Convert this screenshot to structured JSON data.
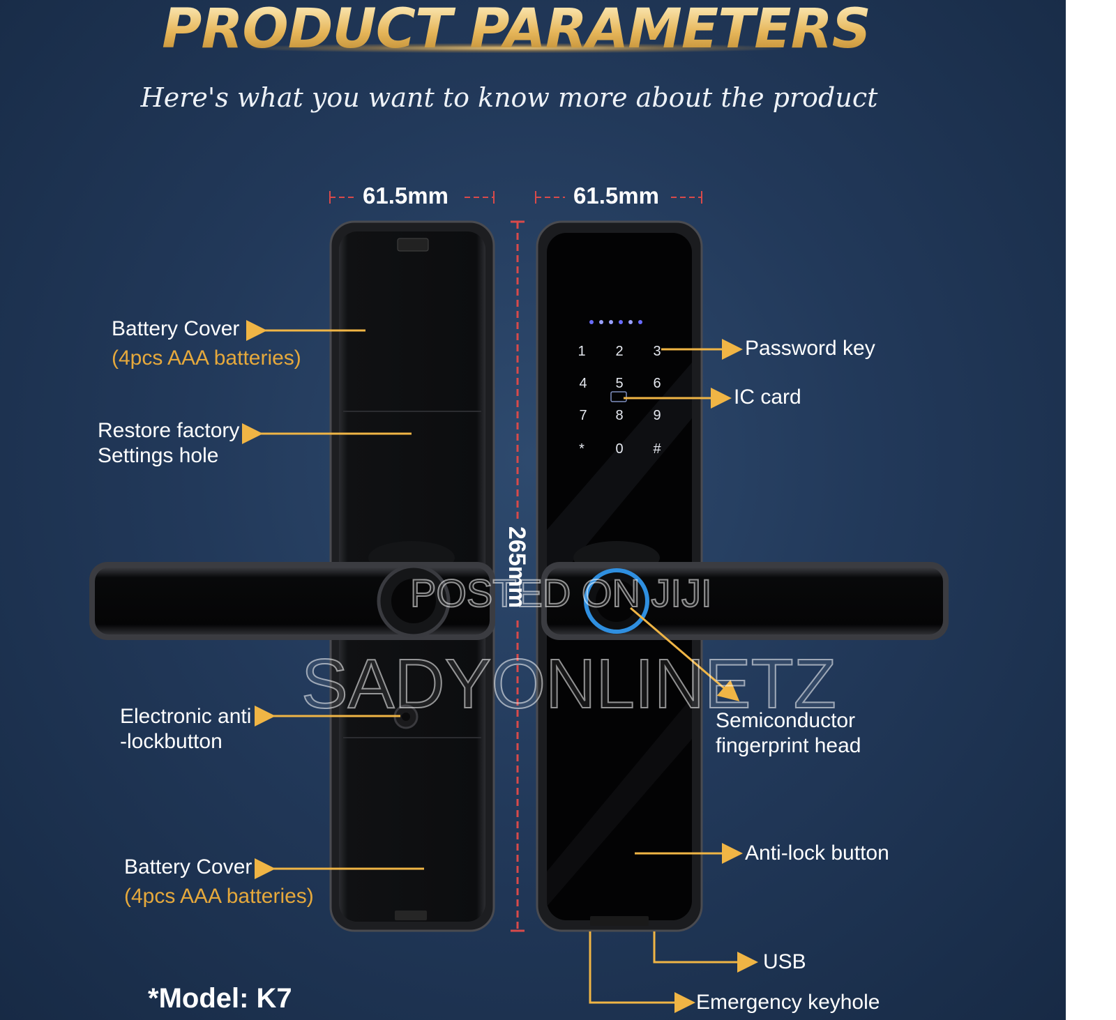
{
  "header": {
    "title": "PRODUCT PARAMETERS",
    "subtitle": "Here's what you want to know more about the product"
  },
  "dimensions": {
    "width_left": "61.5mm",
    "width_right": "61.5mm",
    "height": "265mm"
  },
  "labels_left": {
    "battery_cover_top": "Battery Cover",
    "battery_cover_top_detail": "(4pcs AAA batteries)",
    "restore_line1": "Restore factory",
    "restore_line2": "Settings hole",
    "anti_lock_line1": "Electronic anti",
    "anti_lock_line2": "-lockbutton",
    "battery_cover_bottom": "Battery Cover",
    "battery_cover_bottom_detail": "(4pcs AAA batteries)"
  },
  "labels_right": {
    "password_key": "Password key",
    "ic_card": "IC card",
    "fingerprint_line1": "Semiconductor",
    "fingerprint_line2": "fingerprint head",
    "anti_lock_button": "Anti-lock button",
    "usb": "USB",
    "emergency_keyhole": "Emergency keyhole"
  },
  "keypad": [
    "1",
    "2",
    "3",
    "4",
    "5",
    "6",
    "7",
    "8",
    "9",
    "*",
    "0",
    "#"
  ],
  "model": "*Model: K7",
  "watermarks": {
    "posted": "POSTED ON JIJI",
    "seller": "SADYONLINETZ"
  },
  "colors": {
    "background": "#22395a",
    "accent_gold": "#e6a93c",
    "text_white": "#ffffff",
    "lock_body": "#0b0b0d",
    "fingerprint_ring": "#2f8fe0"
  }
}
